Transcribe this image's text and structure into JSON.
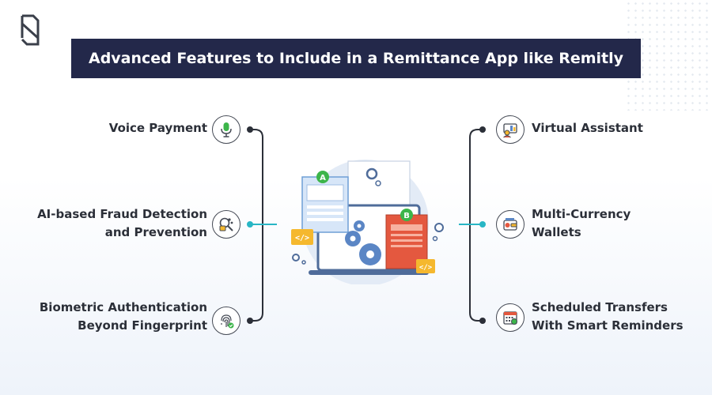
{
  "title": "Advanced Features to Include in a Remittance App like Remitly",
  "left_features": [
    {
      "lines": [
        "Voice Payment"
      ],
      "icon": "microphone-icon"
    },
    {
      "lines": [
        "AI-based Fraud Detection",
        "and Prevention"
      ],
      "icon": "fraud-detection-icon"
    },
    {
      "lines": [
        "Biometric Authentication",
        "Beyond Fingerprint"
      ],
      "icon": "fingerprint-icon"
    }
  ],
  "right_features": [
    {
      "lines": [
        "Virtual Assistant"
      ],
      "icon": "virtual-assistant-icon"
    },
    {
      "lines": [
        "Multi-Currency",
        "Wallets"
      ],
      "icon": "wallet-icon"
    },
    {
      "lines": [
        "Scheduled Transfers",
        "With Smart Reminders"
      ],
      "icon": "calendar-icon"
    }
  ],
  "illustration": {
    "badge_a": "A",
    "badge_b": "B",
    "code_tag": "</>"
  },
  "colors": {
    "title_bg": "#23284a",
    "connector": "#2b2f38",
    "accent_teal": "#29b6c5",
    "badge_green": "#3cb54a",
    "document_red": "#e4583f",
    "code_yellow": "#f5b82e",
    "gear_blue": "#5b86c5"
  }
}
